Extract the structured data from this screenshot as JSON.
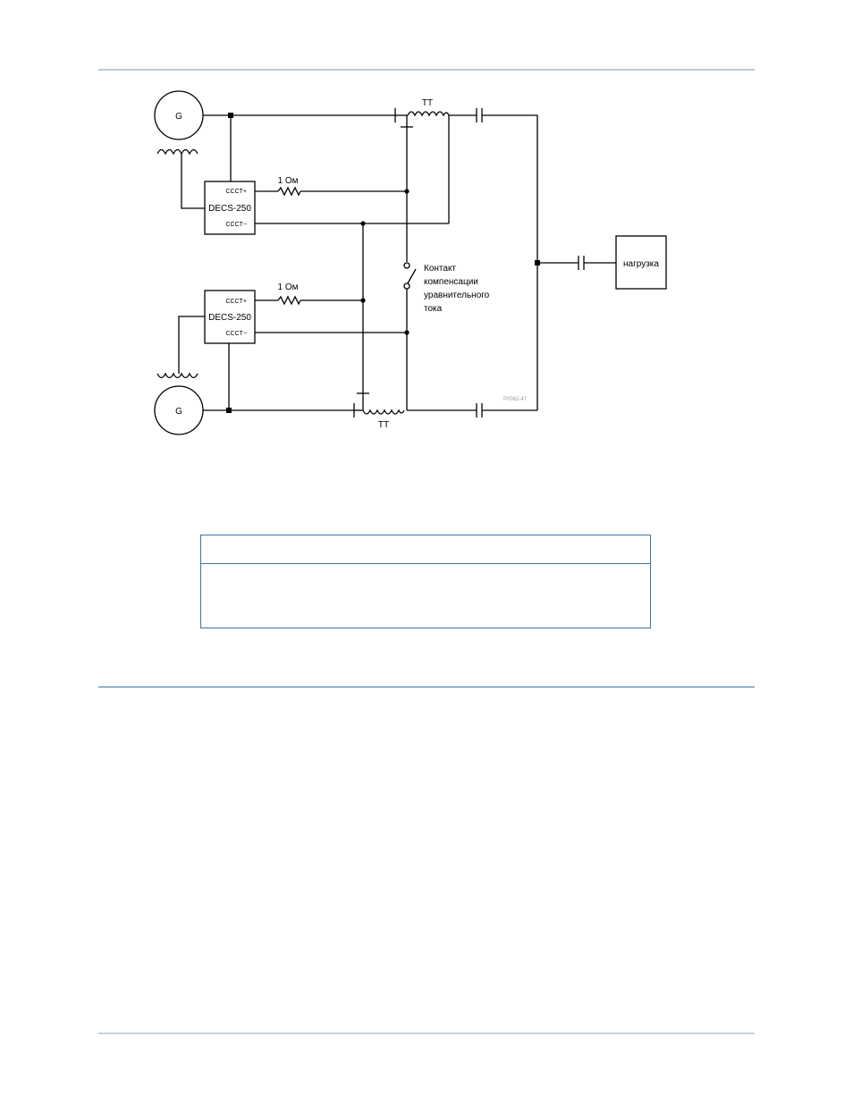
{
  "diagram": {
    "ct_label_top": "TT",
    "ct_label_bottom": "TT",
    "gen_top_label": "G",
    "gen_bottom_label": "G",
    "decs_top": {
      "name": "DECS-250",
      "pin_plus": "CCCT+",
      "pin_minus": "CCCT−"
    },
    "decs_bottom": {
      "name": "DECS-250",
      "pin_plus": "CCCT+",
      "pin_minus": "CCCT−"
    },
    "resistor_top_label": "1 Ом",
    "resistor_bottom_label": "1 Ом",
    "contact_label": [
      "Контакт",
      "компенсации",
      "уравнительного",
      "тока"
    ],
    "load_label": "нагрузка",
    "figure_code": "P0062-47"
  },
  "note_box": {
    "header": "",
    "body": ""
  }
}
